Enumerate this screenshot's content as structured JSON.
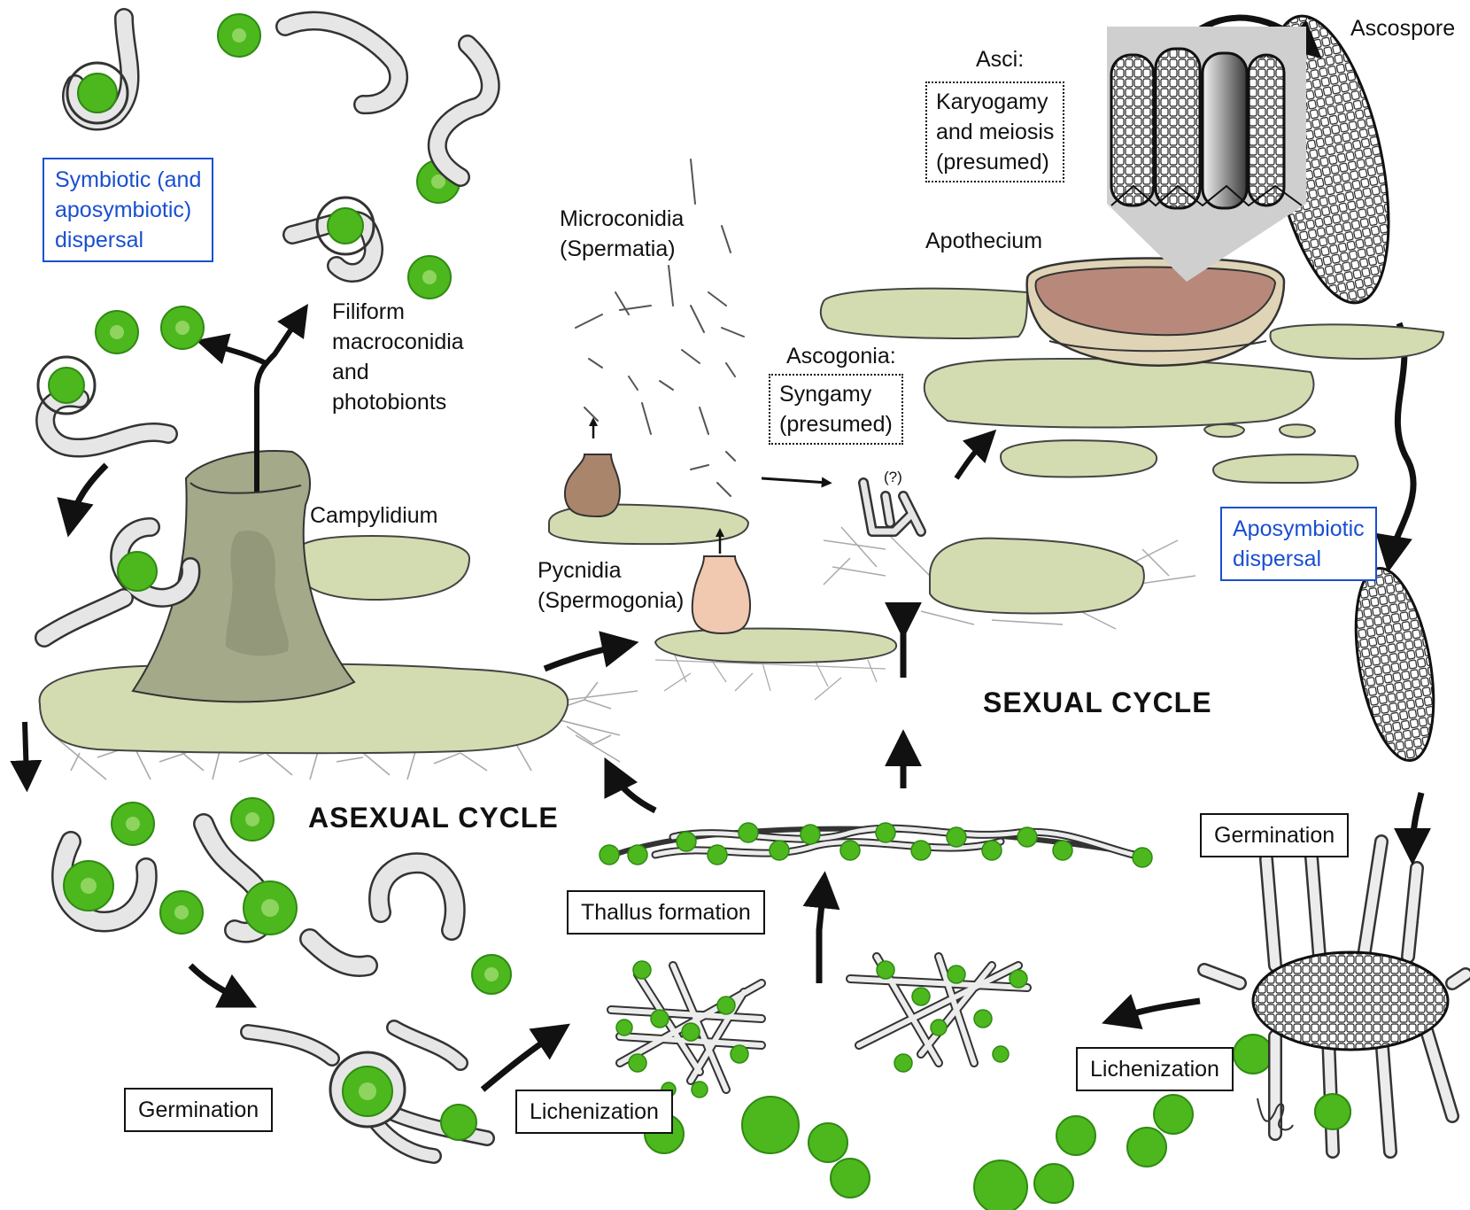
{
  "labels": {
    "symbiotic_dispersal": "Symbiotic (and\naposymbiotic)\ndispersal",
    "filiform": "Filiform\nmacroconidia\nand\nphotobionts",
    "campylidium": "Campylidium",
    "microconidia": "Microconidia\n(Spermatia)",
    "pycnidia": "Pycnidia\n(Spermogonia)",
    "ascogonia_title": "Ascogonia:",
    "syngamy": "Syngamy\n(presumed)",
    "question": "(?)",
    "asci_title": "Asci:",
    "karyogamy": "Karyogamy\nand meiosis\n(presumed)",
    "apothecium": "Apothecium",
    "ascospore": "Ascospore",
    "aposymbiotic_dispersal": "Aposymbiotic\ndispersal",
    "sexual_cycle": "SEXUAL CYCLE",
    "asexual_cycle": "ASEXUAL CYCLE",
    "germination_left": "Germination",
    "germination_right": "Germination",
    "lichenization_left": "Lichenization",
    "lichenization_right": "Lichenization",
    "thallus_formation": "Thallus formation"
  },
  "colors": {
    "thallus": "#d3dcb0",
    "photobiont": "#4cb81e",
    "photobiont_dark": "#2f8a12",
    "hypha": "#e6e6e6",
    "campylidium": "#a3a989",
    "pycnidium_brown": "#a9856b",
    "pycnidium_pink": "#f0c9b0",
    "apothecium_disc": "#b8897a",
    "apothecium_rim": "#e0d4b6",
    "accent_blue": "#1a4fd0"
  }
}
